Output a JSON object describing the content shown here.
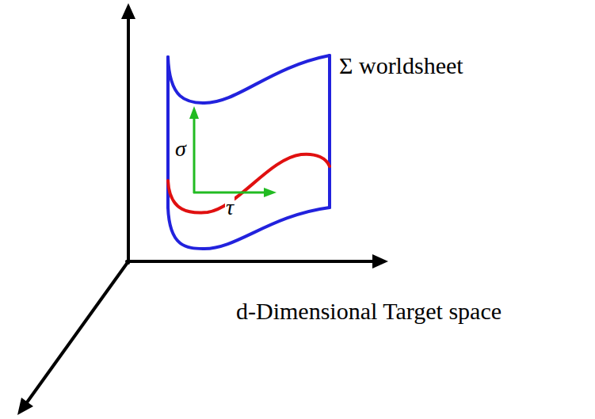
{
  "diagram": {
    "labels": [
      "Σ worldsheet",
      "σ",
      "τ",
      "d-Dimensional Target space"
    ]
  }
}
